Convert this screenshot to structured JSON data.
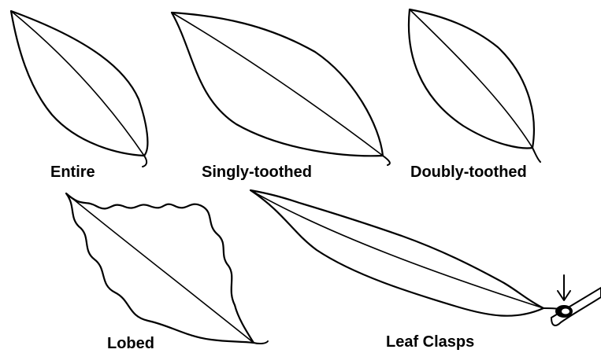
{
  "leaves": [
    {
      "id": "entire",
      "label": "Entire"
    },
    {
      "id": "singly-toothed",
      "label": "Singly-toothed"
    },
    {
      "id": "doubly-toothed",
      "label": "Doubly-toothed"
    },
    {
      "id": "lobed",
      "label": "Lobed"
    },
    {
      "id": "leaf-clasps",
      "label": "Leaf Clasps"
    }
  ]
}
